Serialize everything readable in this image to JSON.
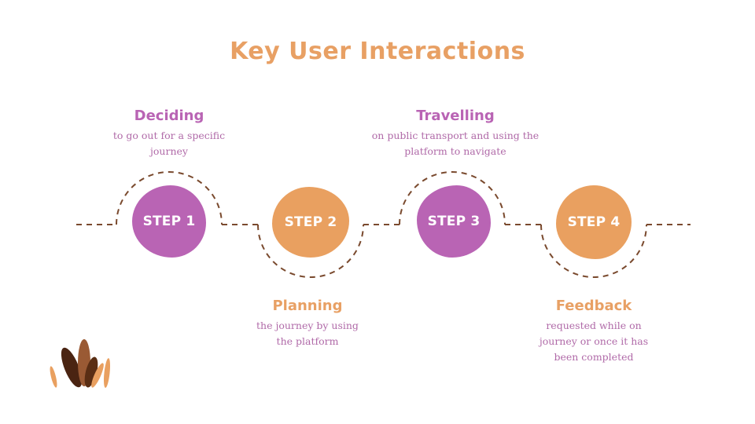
{
  "title": "Key User Interactions",
  "colors": {
    "purple": "#b964b4",
    "orange": "#e9a060",
    "path": "#7a4a2e",
    "desc": "#b06aa8"
  },
  "steps": [
    {
      "badge": "STEP 1",
      "heading": "Deciding",
      "description": "to go out for a specific journey",
      "color": "purple"
    },
    {
      "badge": "STEP 2",
      "heading": "Planning",
      "description": "the journey by using the platform",
      "color": "orange"
    },
    {
      "badge": "STEP 3",
      "heading": "Travelling",
      "description": "on public transport and using the platform to  navigate",
      "color": "purple"
    },
    {
      "badge": "STEP 4",
      "heading": "Feedback",
      "description": "requested while on journey or once it has been completed",
      "color": "orange"
    }
  ],
  "decoration": "plant-icon"
}
